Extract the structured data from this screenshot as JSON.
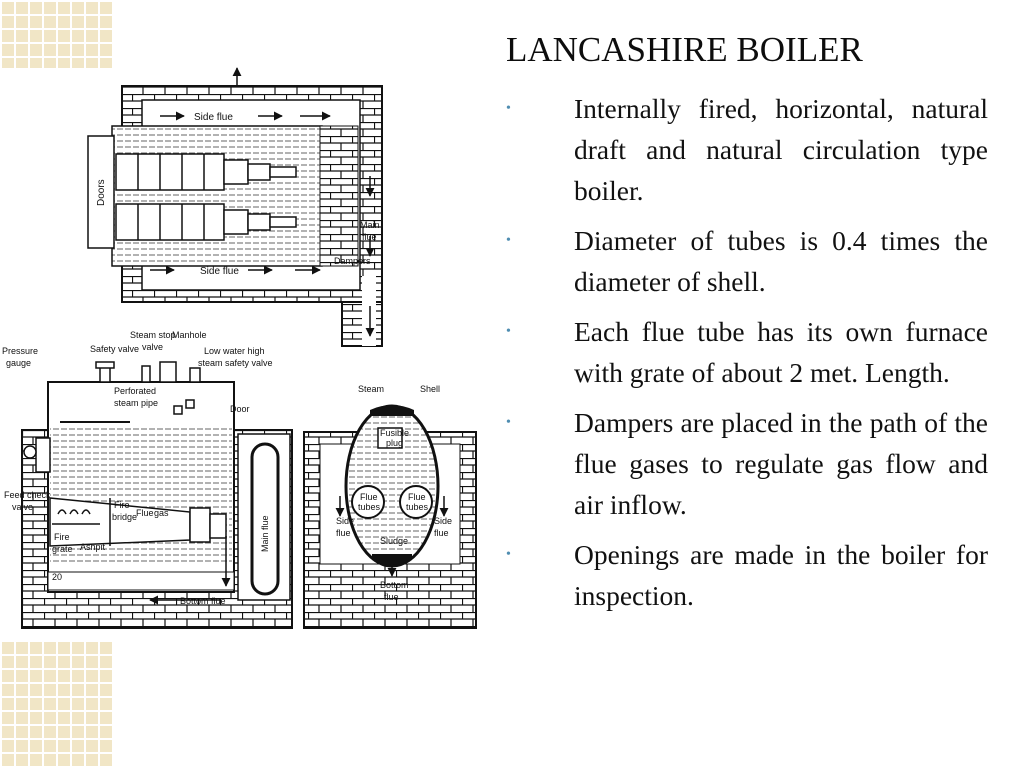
{
  "slide": {
    "title": "LANCASHIRE BOILER",
    "bullets": [
      "Internally fired, horizontal, natural draft and natural circulation type boiler.",
      "Diameter of tubes is 0.4 times the diameter of shell.",
      "Each flue tube has its own furnace with grate of about 2 met. Length.",
      "Dampers are placed in the path of the flue gases to regulate gas flow and air inflow.",
      "Openings are made in the boiler for inspection."
    ],
    "bullet_symbol": "•",
    "bullet_color": "#4f8db1",
    "tile_color": "#f1e6c6"
  },
  "diagram": {
    "labels": {
      "side_flue_top": "Side flue",
      "side_flue_bottom": "Side flue",
      "doors": "Doors",
      "main_flue_top_1": "Main",
      "main_flue_top_2": "flue",
      "dampers": "Dampers",
      "pressure_gauge_1": "Pressure",
      "pressure_gauge_2": "gauge",
      "safety_valve": "Safety valve",
      "steam_stop_valve_1": "Steam stop",
      "steam_stop_valve_2": "valve",
      "manhole": "Manhole",
      "low_water_1": "Low water high",
      "low_water_2": "steam safety valve",
      "perforated_1": "Perforated",
      "perforated_2": "steam pipe",
      "door": "Door",
      "feed_check_1": "Feed check",
      "feed_check_2": "valve",
      "fire_bridge_1": "Fire",
      "fire_bridge_2": "bridge",
      "flue_gas_1": "Flue",
      "flue_gas_2": "gas",
      "fire_grate_1": "Fire",
      "fire_grate_2": "grate",
      "ashpit": "Ashpit",
      "bottom_flue_side": "Bottom flue",
      "main_flue_vertical": "Main flue",
      "steam": "Steam",
      "shell": "Shell",
      "fusible_plug_1": "Fusible",
      "fusible_plug_2": "plug",
      "flue_tubes_left_1": "Flue",
      "flue_tubes_left_2": "tubes",
      "flue_tubes_right_1": "Flue",
      "flue_tubes_right_2": "tubes",
      "side_flue_left_1": "Side",
      "side_flue_left_2": "flue",
      "side_flue_right_1": "Side",
      "side_flue_right_2": "flue",
      "sludge": "Sludge",
      "bottom_flue_end_1": "Bottom",
      "bottom_flue_end_2": "flue",
      "number_20": "20"
    }
  }
}
